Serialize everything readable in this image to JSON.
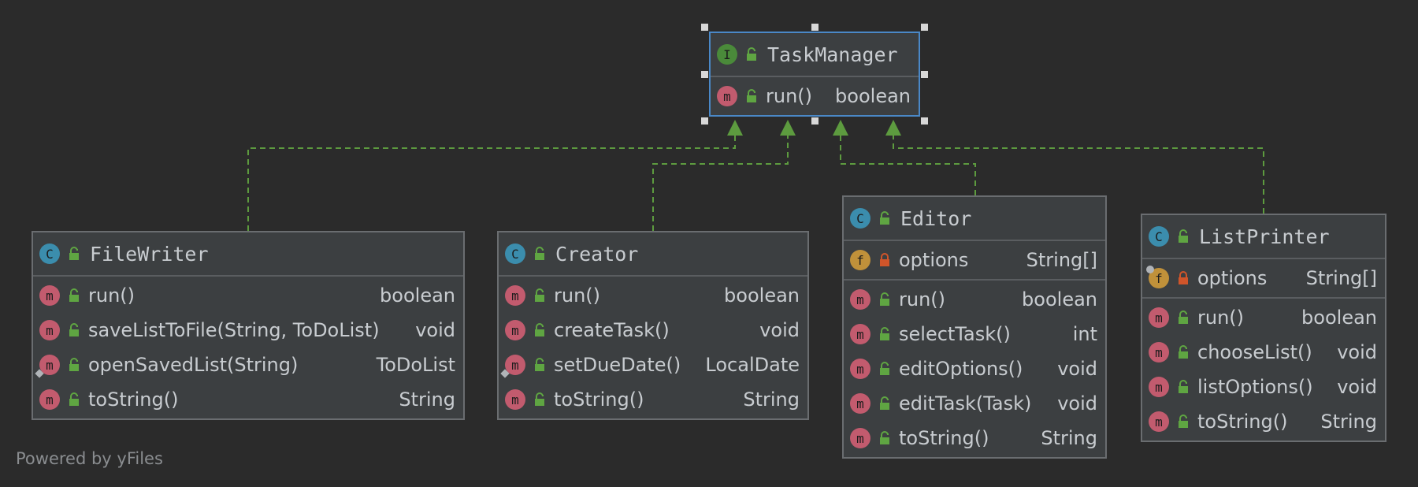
{
  "diagram": {
    "footer": "Powered by yFiles",
    "nodes": [
      {
        "id": "taskmanager",
        "title": "TaskManager",
        "kind": "I",
        "selected": true,
        "sections": [
          {
            "rows": [
              {
                "badge": "m",
                "name": "run()",
                "type": "boolean",
                "vis": "public",
                "deco": ""
              }
            ]
          }
        ]
      },
      {
        "id": "filewriter",
        "title": "FileWriter",
        "kind": "C",
        "selected": false,
        "sections": [
          {
            "rows": [
              {
                "badge": "m",
                "name": "run()",
                "type": "boolean",
                "vis": "public",
                "deco": ""
              },
              {
                "badge": "m",
                "name": "saveListToFile(String, ToDoList)",
                "type": "void",
                "vis": "public",
                "deco": ""
              },
              {
                "badge": "m",
                "name": "openSavedList(String)",
                "type": "ToDoList",
                "vis": "public",
                "deco": "diamond"
              },
              {
                "badge": "m",
                "name": "toString()",
                "type": "String",
                "vis": "public",
                "deco": ""
              }
            ]
          }
        ]
      },
      {
        "id": "creator",
        "title": "Creator",
        "kind": "C",
        "selected": false,
        "sections": [
          {
            "rows": [
              {
                "badge": "m",
                "name": "run()",
                "type": "boolean",
                "vis": "public",
                "deco": ""
              },
              {
                "badge": "m",
                "name": "createTask()",
                "type": "void",
                "vis": "public",
                "deco": ""
              },
              {
                "badge": "m",
                "name": "setDueDate()",
                "type": "LocalDate",
                "vis": "public",
                "deco": "diamond"
              },
              {
                "badge": "m",
                "name": "toString()",
                "type": "String",
                "vis": "public",
                "deco": ""
              }
            ]
          }
        ]
      },
      {
        "id": "editor",
        "title": "Editor",
        "kind": "C",
        "selected": false,
        "sections": [
          {
            "rows": [
              {
                "badge": "f",
                "name": "options",
                "type": "String[]",
                "vis": "private",
                "deco": ""
              }
            ]
          },
          {
            "rows": [
              {
                "badge": "m",
                "name": "run()",
                "type": "boolean",
                "vis": "public",
                "deco": ""
              },
              {
                "badge": "m",
                "name": "selectTask()",
                "type": "int",
                "vis": "public",
                "deco": ""
              },
              {
                "badge": "m",
                "name": "editOptions()",
                "type": "void",
                "vis": "public",
                "deco": ""
              },
              {
                "badge": "m",
                "name": "editTask(Task)",
                "type": "void",
                "vis": "public",
                "deco": ""
              },
              {
                "badge": "m",
                "name": "toString()",
                "type": "String",
                "vis": "public",
                "deco": ""
              }
            ]
          }
        ]
      },
      {
        "id": "listprinter",
        "title": "ListPrinter",
        "kind": "C",
        "selected": false,
        "sections": [
          {
            "rows": [
              {
                "badge": "f",
                "name": "options",
                "type": "String[]",
                "vis": "private",
                "deco": "dot"
              }
            ]
          },
          {
            "rows": [
              {
                "badge": "m",
                "name": "run()",
                "type": "boolean",
                "vis": "public",
                "deco": ""
              },
              {
                "badge": "m",
                "name": "chooseList()",
                "type": "void",
                "vis": "public",
                "deco": ""
              },
              {
                "badge": "m",
                "name": "listOptions()",
                "type": "void",
                "vis": "public",
                "deco": ""
              },
              {
                "badge": "m",
                "name": "toString()",
                "type": "String",
                "vis": "public",
                "deco": ""
              }
            ]
          }
        ]
      }
    ],
    "edges": [
      {
        "from": "filewriter",
        "to": "taskmanager",
        "type": "implements"
      },
      {
        "from": "creator",
        "to": "taskmanager",
        "type": "implements"
      },
      {
        "from": "editor",
        "to": "taskmanager",
        "type": "implements"
      },
      {
        "from": "listprinter",
        "to": "taskmanager",
        "type": "implements"
      }
    ],
    "colors": {
      "background": "#2b2b2b",
      "node_fill": "#3c3f41",
      "node_border": "#6a6d70",
      "selected_border": "#4a88c7",
      "edge": "#5d9b3f",
      "method_badge": "#c25b6e",
      "class_badge": "#3b8dad",
      "interface_badge": "#4a8a3a",
      "field_badge": "#c0913a",
      "public_icon": "#5fa542",
      "private_icon": "#d0552a"
    }
  }
}
